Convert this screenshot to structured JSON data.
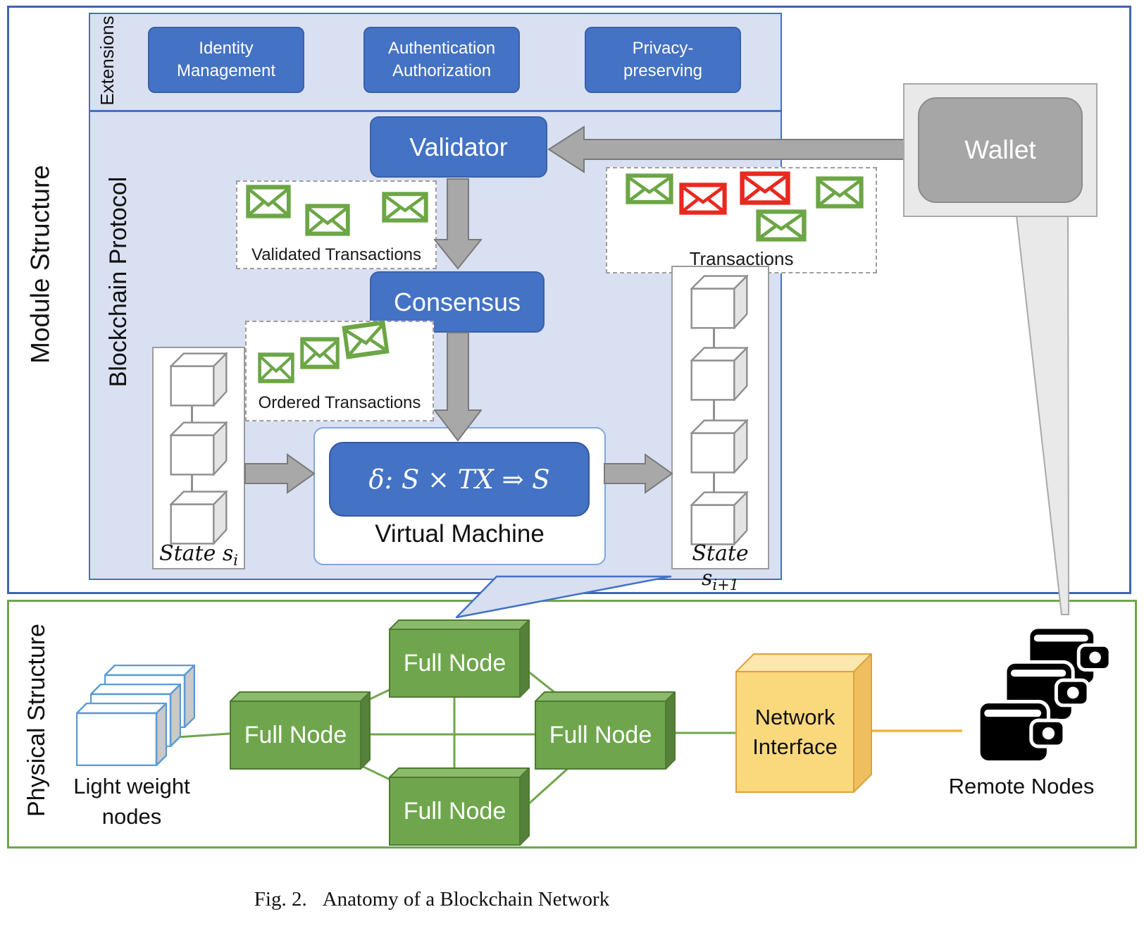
{
  "module": {
    "label": "Module Structure",
    "extensions": {
      "label": "Extensions",
      "items": [
        {
          "line1": "Identity",
          "line2": "Management"
        },
        {
          "line1": "Authentication",
          "line2": "Authorization"
        },
        {
          "line1": "Privacy-",
          "line2": "preserving"
        }
      ]
    },
    "protocol": {
      "label": "Blockchain Protocol",
      "validator_label": "Validator",
      "consensus_label": "Consensus",
      "validated_transactions_label": "Validated Transactions",
      "ordered_transactions_label": "Ordered Transactions",
      "transactions_label": "Transactions",
      "state_left": {
        "main": "State s",
        "sub": "i"
      },
      "state_right": {
        "main": "State s",
        "sub": "i+1"
      },
      "virtual_machine": {
        "formula": "δ: S × TX ⇒ S",
        "label": "Virtual Machine"
      }
    },
    "wallet_label": "Wallet"
  },
  "physical": {
    "label": "Physical Structure",
    "light_weight_nodes": {
      "line1": "Light weight",
      "line2": "nodes"
    },
    "full_node_label": "Full Node",
    "network_interface": {
      "line1": "Network",
      "line2": "Interface"
    },
    "remote_nodes_label": "Remote Nodes"
  },
  "caption": {
    "prefix": "Fig. 2.",
    "text": "Anatomy of a Blockchain Network"
  },
  "colors": {
    "accent_blue": "#4472C4",
    "panel_blue_bg": "#D9E0F2",
    "node_green": "#6FA64D",
    "envelope_green": "#6CA646",
    "envelope_red": "#E8291F",
    "interface_yellow": "#FAD87C",
    "wallet_gray": "#A6A6A6",
    "arrow_gray": "#A8A8A8"
  }
}
